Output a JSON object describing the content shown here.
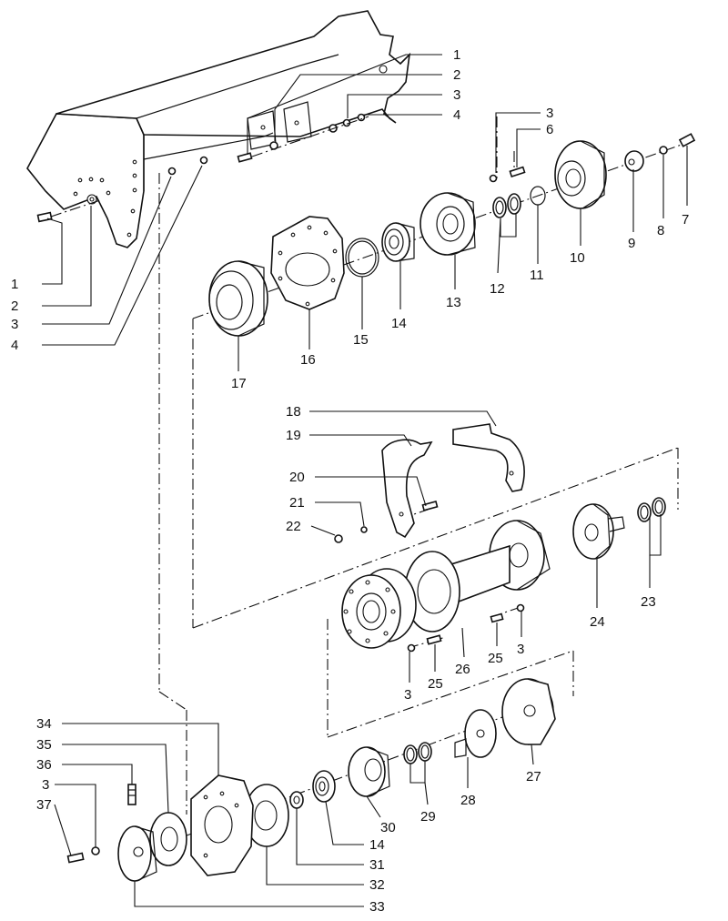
{
  "diagram": {
    "labels": {
      "l1a": "1",
      "l2a": "2",
      "l3a": "3",
      "l4a": "4",
      "l1b": "1",
      "l2b": "2",
      "l3b": "3",
      "l4b": "4",
      "l3c": "3",
      "l6": "6",
      "l7": "7",
      "l8": "8",
      "l9": "9",
      "l10": "10",
      "l11": "11",
      "l12": "12",
      "l13": "13",
      "l14": "14",
      "l15": "15",
      "l16": "16",
      "l17": "17",
      "l18": "18",
      "l19": "19",
      "l20": "20",
      "l21": "21",
      "l22": "22",
      "l23": "23",
      "l24": "24",
      "l25a": "25",
      "l3d": "3",
      "l25b": "25",
      "l3e": "3",
      "l26": "26",
      "l27": "27",
      "l28": "28",
      "l29": "29",
      "l30": "30",
      "l14b": "14",
      "l31": "31",
      "l32": "32",
      "l33": "33",
      "l34": "34",
      "l35": "35",
      "l36": "36",
      "l3f": "3",
      "l37": "37"
    }
  }
}
